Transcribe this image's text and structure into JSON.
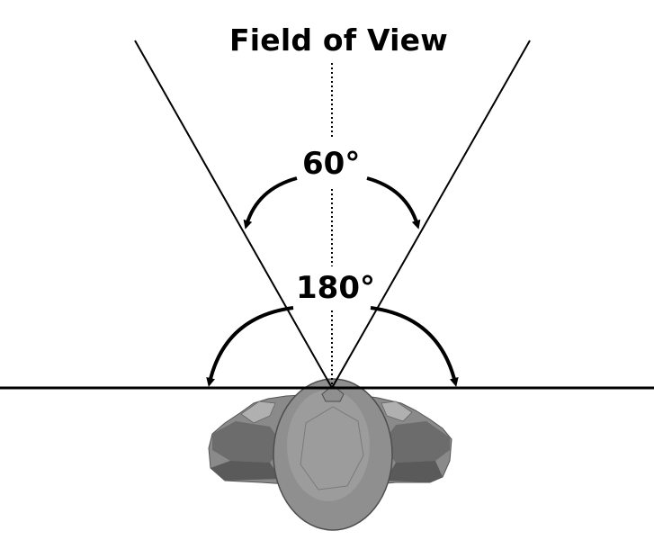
{
  "title": "Field of View",
  "angles": {
    "inner_label": "60°",
    "outer_label": "180°"
  },
  "colors": {
    "lines": "#000000",
    "head_light": "#9a9a9a",
    "head_mid": "#7d7d7d",
    "head_dark": "#5e5e5e",
    "background": "#ffffff"
  },
  "icons": {
    "head": "head-top-view-icon"
  }
}
